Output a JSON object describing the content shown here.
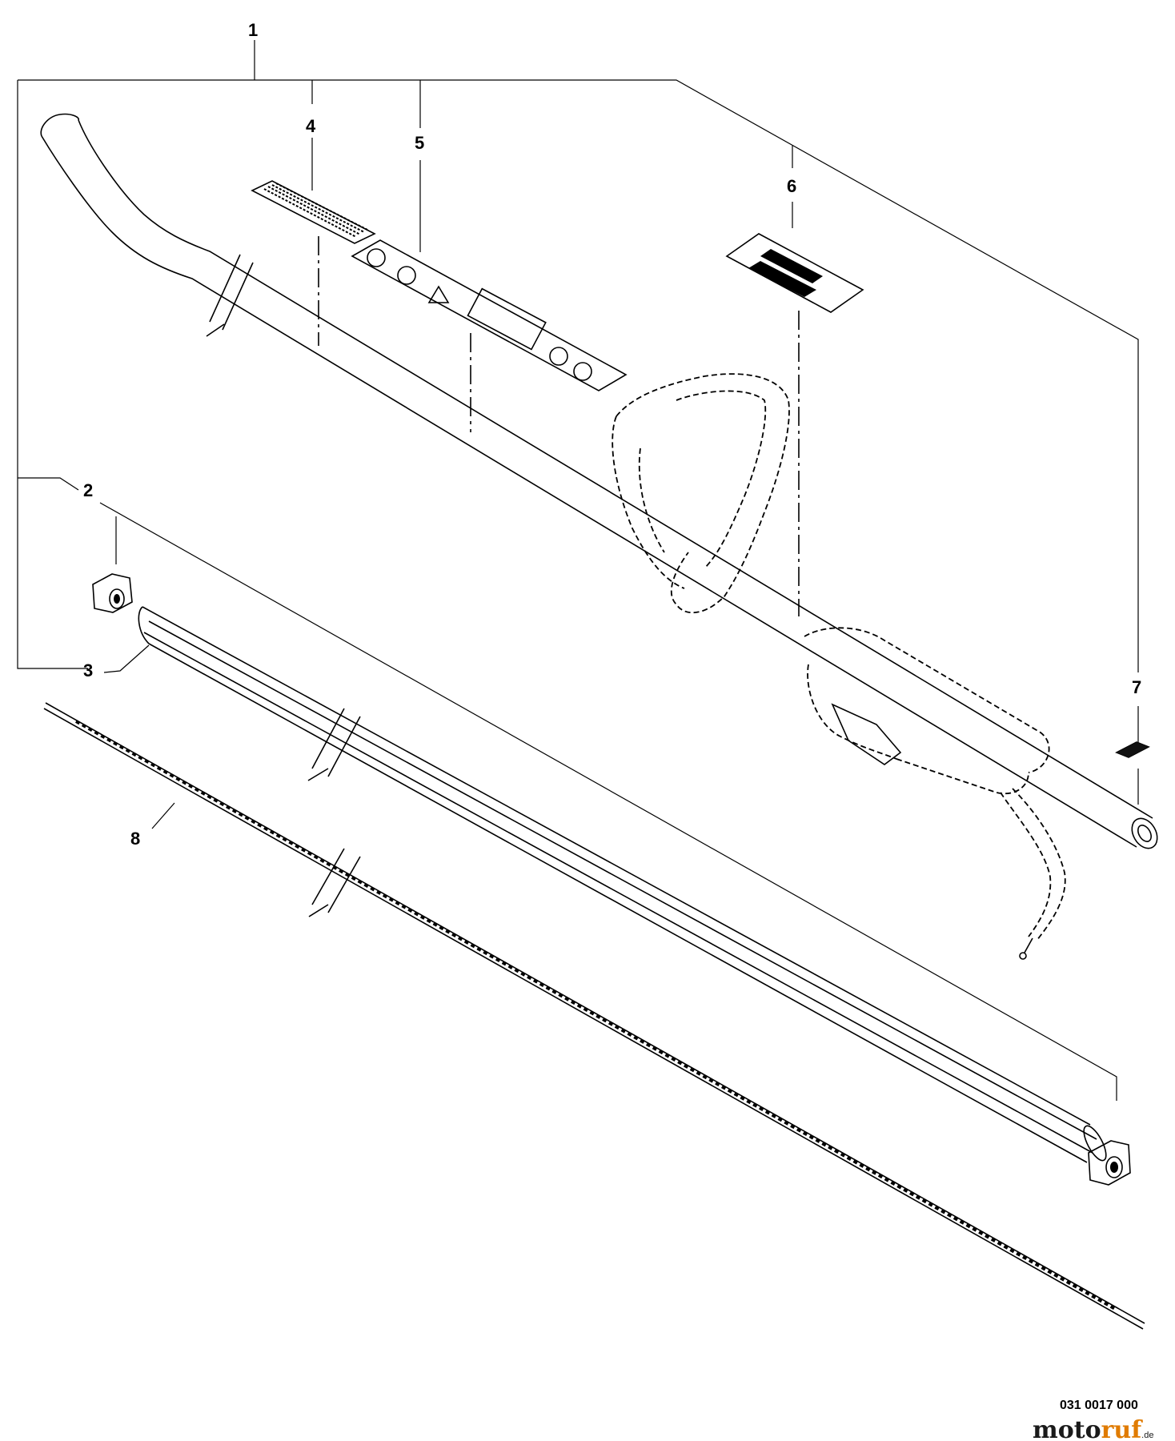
{
  "diagram": {
    "callouts": [
      "1",
      "2",
      "3",
      "4",
      "5",
      "6",
      "7",
      "8"
    ],
    "reference_code": "031 0017 000",
    "watermark": {
      "part1": "moto",
      "part2": "ruf",
      "suffix": ".de"
    }
  }
}
